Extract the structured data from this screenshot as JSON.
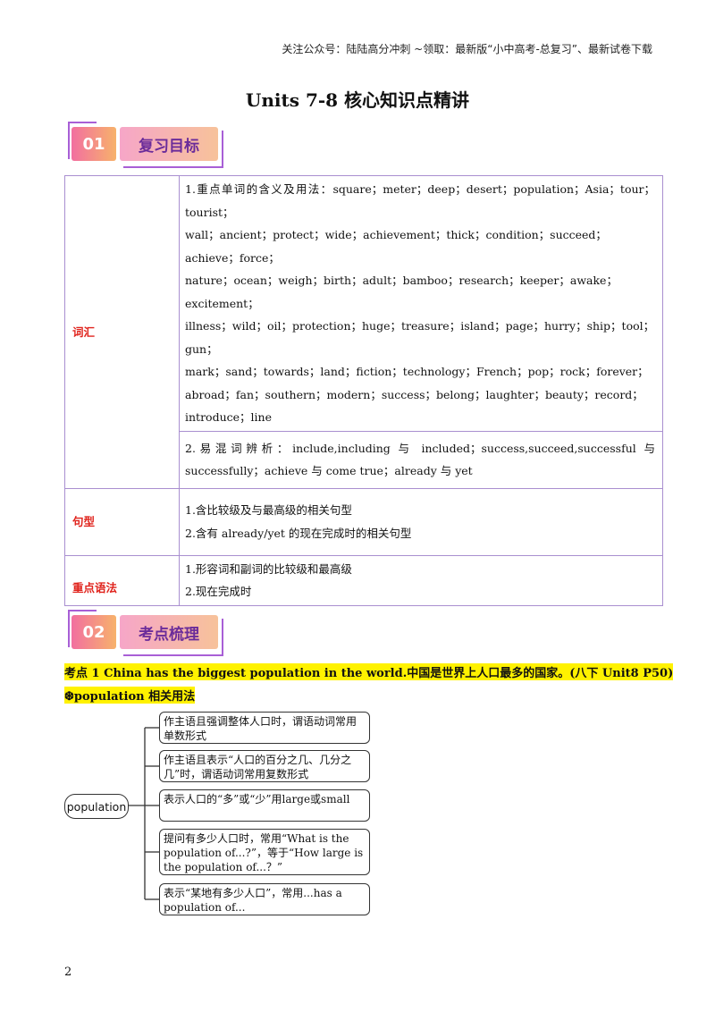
{
  "header_note": "关注公众号：陆陆高分冲刺  ~领取：最新版“小中高考-总复习”、最新试卷下载",
  "title": "Units  7-8 核心知识点精讲",
  "sections": [
    {
      "num": "01",
      "label": "复习目标"
    },
    {
      "num": "02",
      "label": "考点梳理"
    }
  ],
  "table": {
    "vocab_label": "词汇",
    "vocab_lines": [
      "1.重点单词的含义及用法：square；meter；deep；desert；population；Asia；tour；tourist；",
      "wall；ancient；protect；wide；achievement；thick；condition；succeed；achieve；force；",
      "nature；ocean；weigh；birth；adult；bamboo；research；keeper；awake；excitement；",
      "illness；wild；oil；protection；huge；treasure；island；page；hurry；ship；tool；gun；",
      "mark；sand；towards；land；fiction；technology；French；pop；rock；forever；abroad；fan；southern；modern；success；belong；laughter；beauty；record；introduce；line"
    ],
    "confusing_line": "2.易混词辨析：include,including 与 included；success,succeed,successful 与 successfully；achieve 与 come true；already 与 yet",
    "sentence_label": "句型",
    "sentence_lines": [
      "1.含比较级及与最高级的相关句型",
      "2.含有 already/yet 的现在完成时的相关句型"
    ],
    "grammar_label": "重点语法",
    "grammar_lines": [
      "1.形容词和副词的比较级和最高级",
      "2.现在完成时"
    ]
  },
  "point1": "考点 1  China  has  the  biggest  population  in  the  world.中国是世界上人口最多的国家。(八下 Unit8  P50)",
  "point1_sub": "❆population 相关用法",
  "mindmap": {
    "root": "population",
    "branches": [
      "作主语且强调整体人口时，谓语动词常用单数形式",
      "作主语且表示“人口的百分之几、几分之几”时，谓语动词常用复数形式",
      "表示人口的“多”或“少”用large或small",
      "提问有多少人口时，常用“What is the population of...?”，等于“How large is the population of...？”",
      "表示“某地有多少人口”，常用...has a population of..."
    ]
  },
  "page_number": "2"
}
